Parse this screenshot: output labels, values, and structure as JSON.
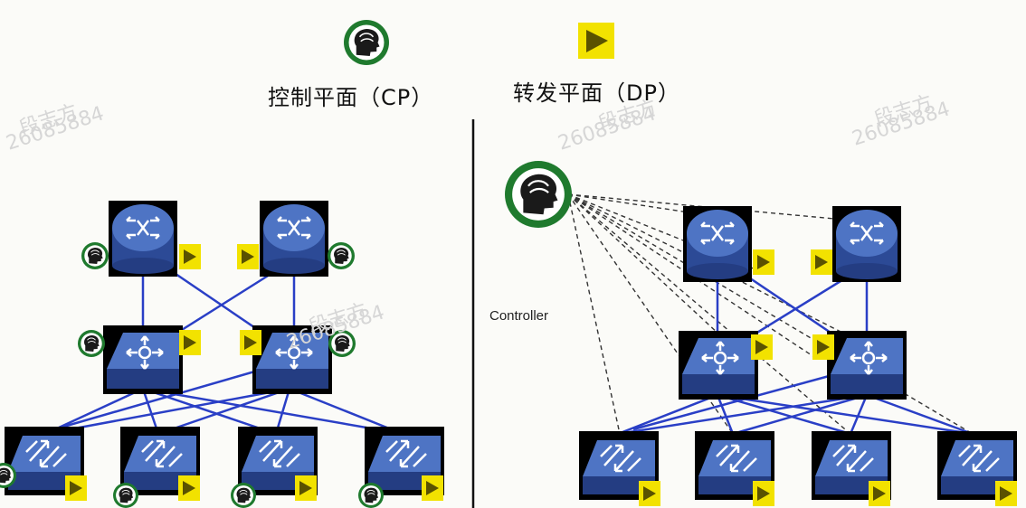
{
  "legend": {
    "control_plane_label": "控制平面（CP）",
    "data_plane_label": "转发平面（DP）",
    "control_icon": "brain-head-icon",
    "data_icon": "play-triangle-icon"
  },
  "right": {
    "controller_label": "Controller"
  },
  "watermark": {
    "name": "段志方",
    "number": "26085884"
  },
  "icons": {
    "router": "router-arrows-icon",
    "core_switch": "four-way-arrows-icon",
    "access_switch": "swap-arrows-icon"
  },
  "colors": {
    "control_green": "#1f7a2e",
    "data_yellow": "#f2e200",
    "device_blue": "#2f4f9e",
    "link_blue": "#2a3fc6",
    "divider": "#111111"
  }
}
